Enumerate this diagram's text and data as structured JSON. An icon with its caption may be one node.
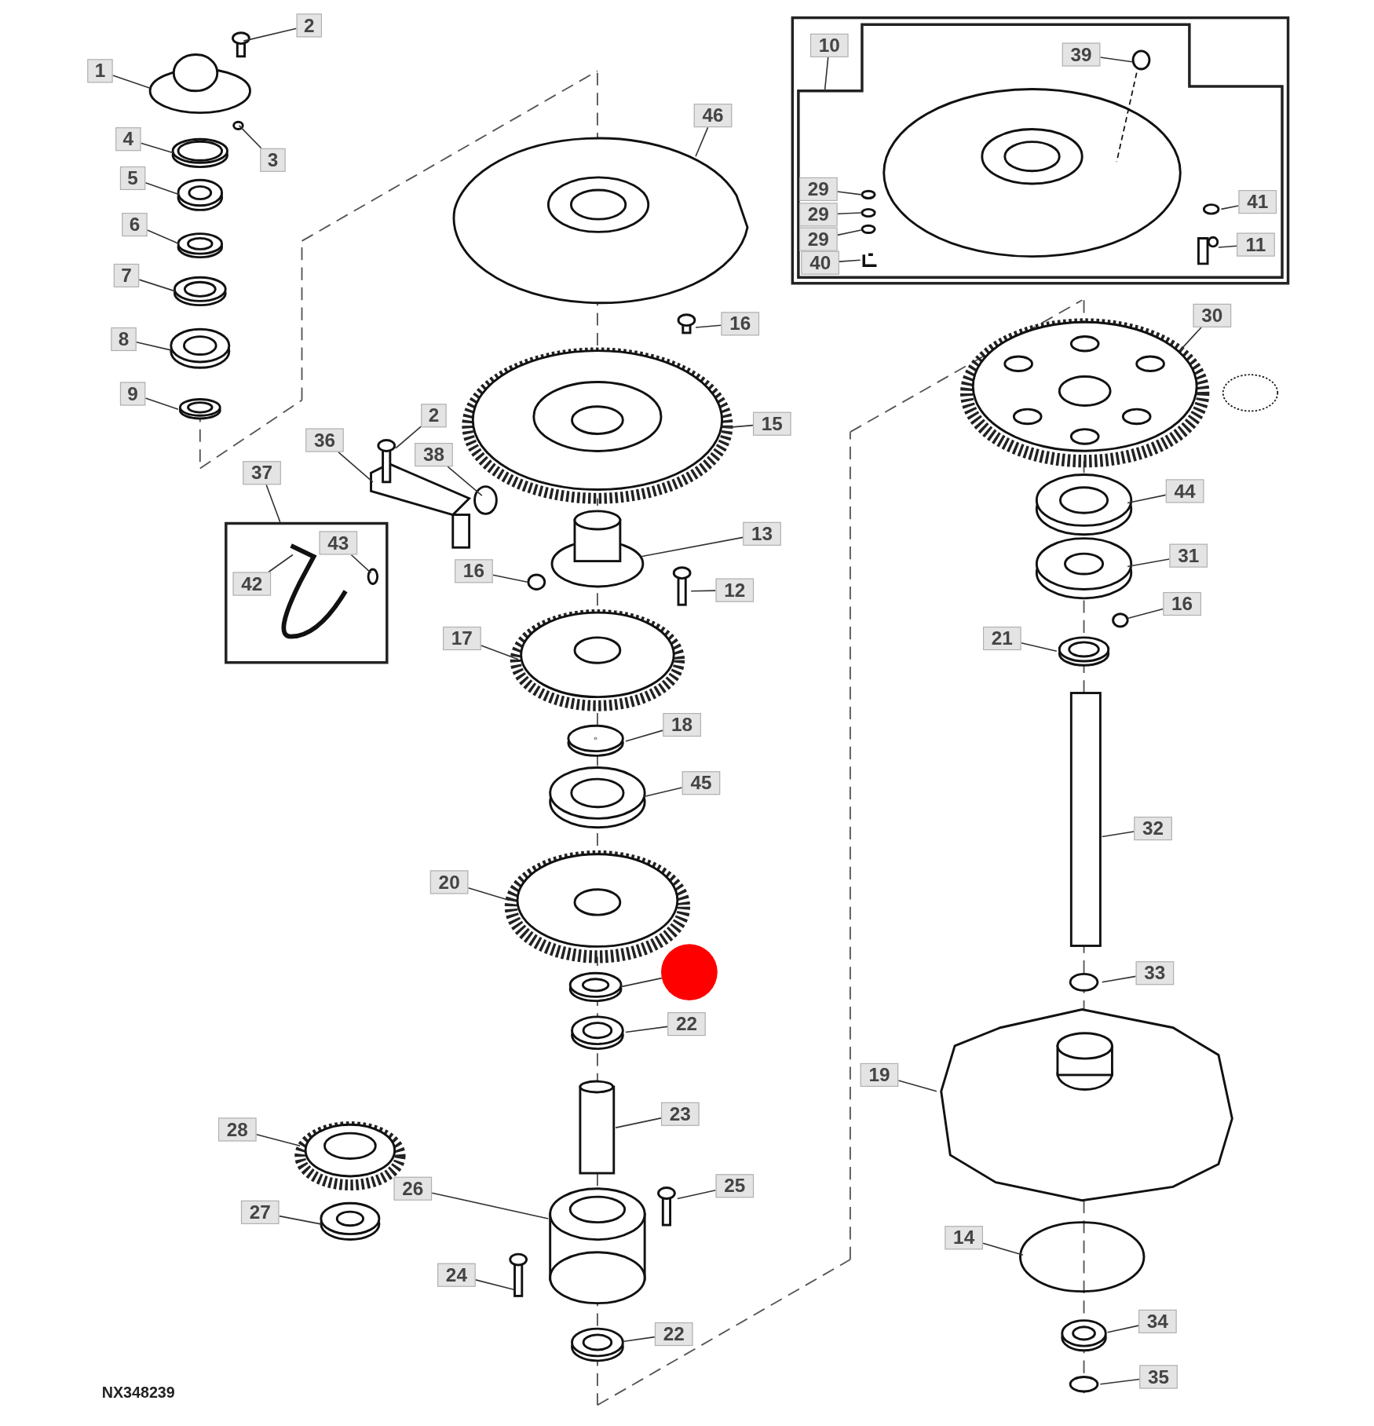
{
  "diagram": {
    "nodes": [
      {
        "text": [
          "1"
        ]
      },
      {
        "text": [
          "2"
        ]
      },
      {
        "text": [
          "3"
        ]
      },
      {
        "text": [
          "4"
        ]
      },
      {
        "text": [
          "5"
        ]
      },
      {
        "text": [
          "6"
        ]
      },
      {
        "text": [
          "7"
        ]
      },
      {
        "text": [
          "8"
        ]
      },
      {
        "text": [
          "9"
        ]
      },
      {
        "text": [
          "46"
        ]
      },
      {
        "text": [],
        "shape": "box"
      },
      {
        "text": [
          "10"
        ],
        "in": 10
      },
      {
        "text": [
          "39"
        ],
        "in": 10
      },
      {
        "text": [
          "29"
        ],
        "in": 10
      },
      {
        "text": [
          "29"
        ],
        "in": 10
      },
      {
        "text": [
          "29"
        ],
        "in": 10
      },
      {
        "text": [
          "40"
        ],
        "in": 10
      },
      {
        "text": [
          "41"
        ],
        "in": 10
      },
      {
        "text": [
          "11"
        ],
        "in": 10
      },
      {
        "text": [
          "16"
        ]
      },
      {
        "text": [
          "30"
        ]
      },
      {
        "text": [
          "15"
        ]
      },
      {
        "text": [
          "2"
        ]
      },
      {
        "text": [
          "36"
        ]
      },
      {
        "text": [
          "38"
        ]
      },
      {
        "text": [
          "37"
        ]
      },
      {
        "text": [],
        "shape": "box"
      },
      {
        "text": [
          "43"
        ],
        "in": 26
      },
      {
        "text": [
          "42"
        ],
        "in": 26
      },
      {
        "text": [
          "13"
        ]
      },
      {
        "text": [
          "12"
        ]
      },
      {
        "text": [
          "16"
        ]
      },
      {
        "text": [
          "44"
        ]
      },
      {
        "text": [
          "31"
        ]
      },
      {
        "text": [
          "16"
        ]
      },
      {
        "text": [
          "21"
        ]
      },
      {
        "text": [
          "17"
        ]
      },
      {
        "text": [
          "18"
        ]
      },
      {
        "text": [
          "45"
        ]
      },
      {
        "text": [
          "32"
        ]
      },
      {
        "text": [
          "20"
        ]
      },
      {
        "text": [],
        "shape": "circle"
      },
      {
        "text": [
          "33"
        ]
      },
      {
        "text": [
          "22"
        ]
      },
      {
        "text": [
          "19"
        ]
      },
      {
        "text": [
          "23"
        ]
      },
      {
        "text": [
          "28"
        ]
      },
      {
        "text": [
          "25"
        ]
      },
      {
        "text": [
          "26"
        ]
      },
      {
        "text": [
          "27"
        ]
      },
      {
        "text": [
          "14"
        ]
      },
      {
        "text": [
          "24"
        ]
      },
      {
        "text": [
          "34"
        ]
      },
      {
        "text": [
          "22"
        ]
      },
      {
        "text": [
          "35"
        ]
      }
    ],
    "edges": [
      {
        "from": 0,
        "to": null,
        "arrow": "none"
      },
      {
        "from": 1,
        "to": null,
        "arrow": "none"
      },
      {
        "from": 2,
        "to": null,
        "arrow": "none"
      },
      {
        "from": 3,
        "to": null,
        "arrow": "none"
      },
      {
        "from": 4,
        "to": null,
        "arrow": "none"
      },
      {
        "from": 5,
        "to": null,
        "arrow": "none"
      },
      {
        "from": 6,
        "to": null,
        "arrow": "none"
      },
      {
        "from": 7,
        "to": null,
        "arrow": "none"
      },
      {
        "from": 8,
        "to": null,
        "arrow": "none"
      },
      {
        "from": 9,
        "to": null,
        "arrow": "none"
      },
      {
        "from": 11,
        "to": null,
        "arrow": "none"
      },
      {
        "from": 12,
        "to": null,
        "arrow": "none"
      },
      {
        "from": 13,
        "to": null,
        "arrow": "none"
      },
      {
        "from": 14,
        "to": null,
        "arrow": "none"
      },
      {
        "from": 15,
        "to": null,
        "arrow": "none"
      },
      {
        "from": 16,
        "to": null,
        "arrow": "none"
      },
      {
        "from": 17,
        "to": null,
        "arrow": "none"
      },
      {
        "from": 18,
        "to": null,
        "arrow": "none"
      },
      {
        "from": 19,
        "to": null,
        "arrow": "none"
      },
      {
        "from": 20,
        "to": null,
        "arrow": "none"
      },
      {
        "from": 21,
        "to": null,
        "arrow": "none"
      },
      {
        "from": 22,
        "to": null,
        "arrow": "none"
      },
      {
        "from": 23,
        "to": null,
        "arrow": "none"
      },
      {
        "from": 24,
        "to": null,
        "arrow": "none"
      },
      {
        "from": 25,
        "to": 26,
        "arrow": "none"
      },
      {
        "from": 27,
        "to": null,
        "arrow": "none"
      },
      {
        "from": 28,
        "to": null,
        "arrow": "none"
      },
      {
        "from": 29,
        "to": null,
        "arrow": "none"
      },
      {
        "from": 30,
        "to": null,
        "arrow": "none"
      },
      {
        "from": 31,
        "to": null,
        "arrow": "none"
      },
      {
        "from": 32,
        "to": null,
        "arrow": "none"
      },
      {
        "from": 33,
        "to": null,
        "arrow": "none"
      },
      {
        "from": 34,
        "to": null,
        "arrow": "none"
      },
      {
        "from": 35,
        "to": null,
        "arrow": "none"
      },
      {
        "from": 36,
        "to": null,
        "arrow": "none"
      },
      {
        "from": 37,
        "to": null,
        "arrow": "none"
      },
      {
        "from": 38,
        "to": null,
        "arrow": "none"
      },
      {
        "from": 39,
        "to": null,
        "arrow": "none"
      },
      {
        "from": 40,
        "to": null,
        "arrow": "none"
      },
      {
        "from": 41,
        "to": null,
        "arrow": "none"
      },
      {
        "from": 42,
        "to": null,
        "arrow": "none"
      },
      {
        "from": 43,
        "to": null,
        "arrow": "none"
      },
      {
        "from": 44,
        "to": null,
        "arrow": "none"
      },
      {
        "from": 45,
        "to": null,
        "arrow": "none"
      },
      {
        "from": 46,
        "to": null,
        "arrow": "none"
      },
      {
        "from": 47,
        "to": null,
        "arrow": "none"
      },
      {
        "from": 48,
        "to": null,
        "arrow": "none"
      },
      {
        "from": 49,
        "to": null,
        "arrow": "none"
      },
      {
        "from": 50,
        "to": null,
        "arrow": "none"
      },
      {
        "from": 51,
        "to": null,
        "arrow": "none"
      },
      {
        "from": 52,
        "to": null,
        "arrow": "none"
      },
      {
        "from": 53,
        "to": null,
        "arrow": "none"
      },
      {
        "from": 54,
        "to": null,
        "arrow": "none"
      }
    ],
    "labels": [
      "NX348239"
    ]
  }
}
